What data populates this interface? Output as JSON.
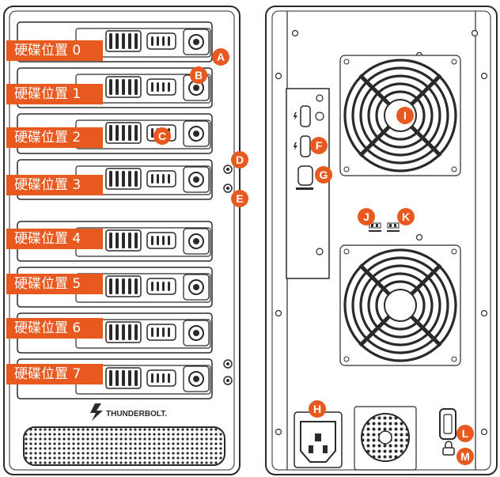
{
  "front": {
    "bays": [
      {
        "label": "硬碟位置 0"
      },
      {
        "label": "硬碟位置 1"
      },
      {
        "label": "硬碟位置 2"
      },
      {
        "label": "硬碟位置 3"
      },
      {
        "label": "硬碟位置 4"
      },
      {
        "label": "硬碟位置 5"
      },
      {
        "label": "硬碟位置 6"
      },
      {
        "label": "硬碟位置 7"
      }
    ],
    "logo_text": "THUNDERBOLT."
  },
  "callouts": {
    "A": "A",
    "B": "B",
    "C": "C",
    "D": "D",
    "E": "E",
    "F": "F",
    "G": "G",
    "H": "H",
    "I": "I",
    "J": "J",
    "K": "K",
    "L": "L",
    "M": "M"
  },
  "colors": {
    "accent": "#e8591f",
    "line": "#2a2a2a",
    "panel": "#ffffff"
  }
}
